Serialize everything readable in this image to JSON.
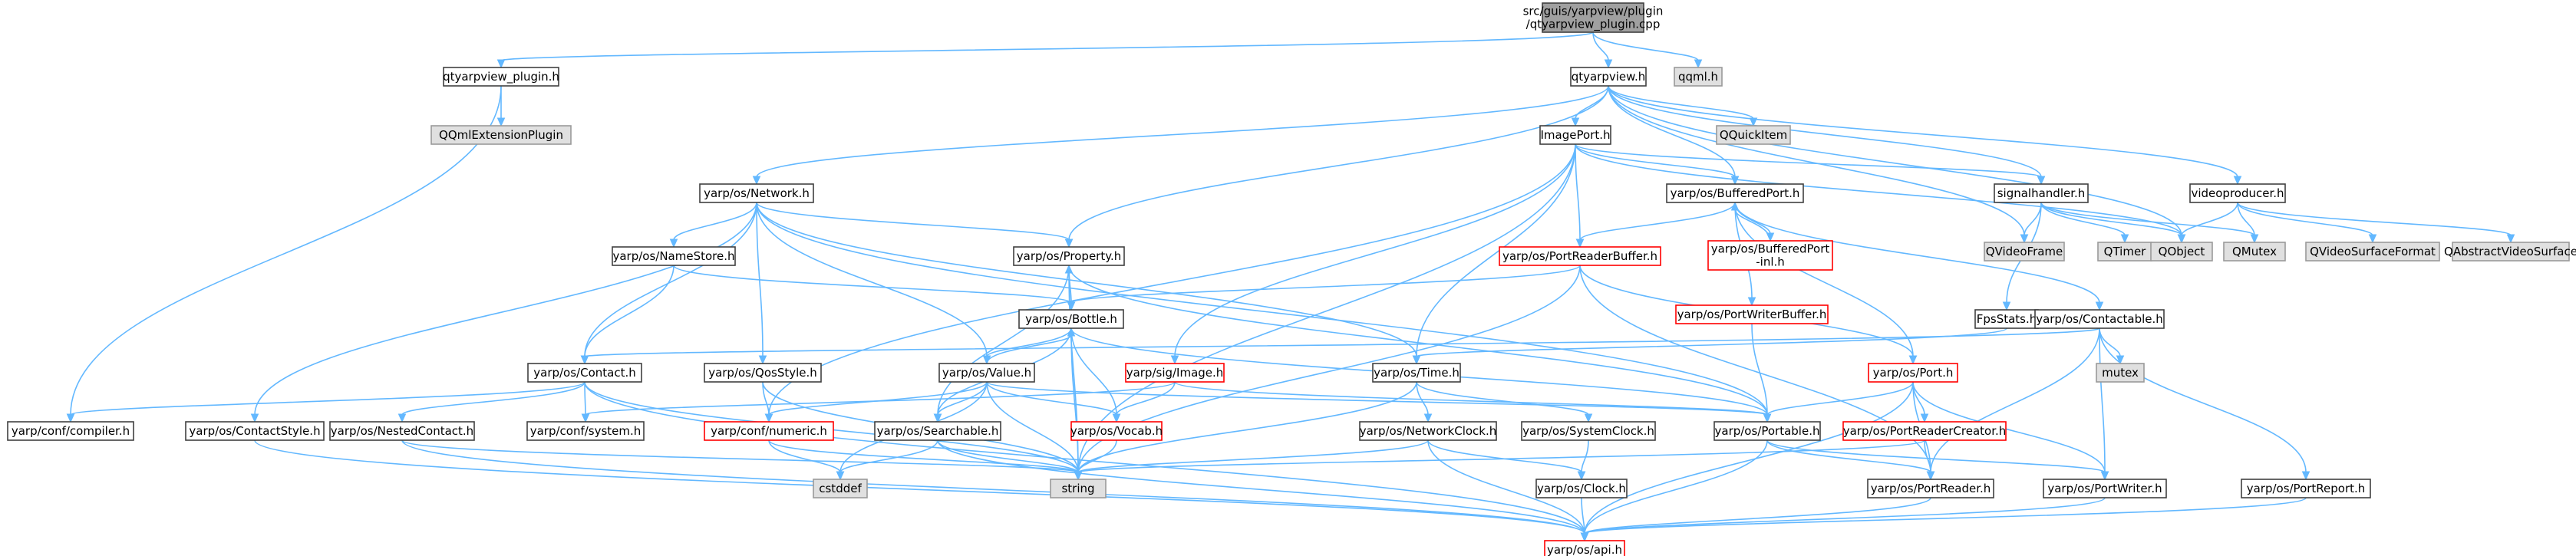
{
  "diagram": {
    "type": "include-dependency-graph",
    "colors": {
      "edge": "#63b8ff",
      "root_fill": "#a0a0a0",
      "root_stroke": "#404040",
      "node_fill": "#ffffff",
      "node_stroke": "#404040",
      "external_fill": "#e0e0e0",
      "external_stroke": "#999999",
      "truncated_stroke": "#ff0000"
    },
    "nodes": [
      {
        "id": "root",
        "kind": "root",
        "lines": [
          "src/guis/yarpview/plugin",
          "/qtyarpview_plugin.cpp"
        ]
      },
      {
        "id": "qtyarpview_plugin_h",
        "kind": "normal",
        "lines": [
          "qtyarpview_plugin.h"
        ]
      },
      {
        "id": "qqml_h",
        "kind": "external",
        "lines": [
          "qqml.h"
        ]
      },
      {
        "id": "QQmlExtensionPlugin",
        "kind": "external",
        "lines": [
          "QQmlExtensionPlugin"
        ]
      },
      {
        "id": "qtyarpview_h",
        "kind": "normal",
        "lines": [
          "qtyarpview.h"
        ]
      },
      {
        "id": "QQuickItem",
        "kind": "external",
        "lines": [
          "QQuickItem"
        ]
      },
      {
        "id": "ImagePort_h",
        "kind": "normal",
        "lines": [
          "ImagePort.h"
        ]
      },
      {
        "id": "videoproducer_h",
        "kind": "normal",
        "lines": [
          "videoproducer.h"
        ]
      },
      {
        "id": "Network_h",
        "kind": "normal",
        "lines": [
          "yarp/os/Network.h"
        ]
      },
      {
        "id": "BufferedPort_h",
        "kind": "normal",
        "lines": [
          "yarp/os/BufferedPort.h"
        ]
      },
      {
        "id": "signalhandler_h",
        "kind": "normal",
        "lines": [
          "signalhandler.h"
        ]
      },
      {
        "id": "BufferedPort_inl",
        "kind": "truncated",
        "lines": [
          "yarp/os/BufferedPort",
          "-inl.h"
        ]
      },
      {
        "id": "QVideoFrame",
        "kind": "external",
        "lines": [
          "QVideoFrame"
        ]
      },
      {
        "id": "QTimer",
        "kind": "external",
        "lines": [
          "QTimer"
        ]
      },
      {
        "id": "QObject",
        "kind": "external",
        "lines": [
          "QObject"
        ]
      },
      {
        "id": "QMutex",
        "kind": "external",
        "lines": [
          "QMutex"
        ]
      },
      {
        "id": "QVideoSurfaceFormat",
        "kind": "external",
        "lines": [
          "QVideoSurfaceFormat"
        ]
      },
      {
        "id": "QAbstractVideoSurface",
        "kind": "external",
        "lines": [
          "QAbstractVideoSurface"
        ]
      },
      {
        "id": "NameStore_h",
        "kind": "normal",
        "lines": [
          "yarp/os/NameStore.h"
        ]
      },
      {
        "id": "Property_h",
        "kind": "normal",
        "lines": [
          "yarp/os/Property.h"
        ]
      },
      {
        "id": "PortReaderBuffer_h",
        "kind": "truncated",
        "lines": [
          "yarp/os/PortReaderBuffer.h"
        ]
      },
      {
        "id": "PortWriterBuffer_h",
        "kind": "truncated",
        "lines": [
          "yarp/os/PortWriterBuffer.h"
        ]
      },
      {
        "id": "FpsStats_h",
        "kind": "normal",
        "lines": [
          "FpsStats.h"
        ]
      },
      {
        "id": "Contactable_h",
        "kind": "normal",
        "lines": [
          "yarp/os/Contactable.h"
        ]
      },
      {
        "id": "Bottle_h",
        "kind": "normal",
        "lines": [
          "yarp/os/Bottle.h"
        ]
      },
      {
        "id": "mutex",
        "kind": "external",
        "lines": [
          "mutex"
        ]
      },
      {
        "id": "Contact_h",
        "kind": "normal",
        "lines": [
          "yarp/os/Contact.h"
        ]
      },
      {
        "id": "QosStyle_h",
        "kind": "normal",
        "lines": [
          "yarp/os/QosStyle.h"
        ]
      },
      {
        "id": "Value_h",
        "kind": "normal",
        "lines": [
          "yarp/os/Value.h"
        ]
      },
      {
        "id": "Image_h",
        "kind": "truncated",
        "lines": [
          "yarp/sig/Image.h"
        ]
      },
      {
        "id": "Time_h",
        "kind": "normal",
        "lines": [
          "yarp/os/Time.h"
        ]
      },
      {
        "id": "Port_h",
        "kind": "truncated",
        "lines": [
          "yarp/os/Port.h"
        ]
      },
      {
        "id": "compiler_h",
        "kind": "normal",
        "lines": [
          "yarp/conf/compiler.h"
        ]
      },
      {
        "id": "ContactStyle_h",
        "kind": "normal",
        "lines": [
          "yarp/os/ContactStyle.h"
        ]
      },
      {
        "id": "NestedContact_h",
        "kind": "normal",
        "lines": [
          "yarp/os/NestedContact.h"
        ]
      },
      {
        "id": "system_h",
        "kind": "normal",
        "lines": [
          "yarp/conf/system.h"
        ]
      },
      {
        "id": "numeric_h",
        "kind": "truncated",
        "lines": [
          "yarp/conf/numeric.h"
        ]
      },
      {
        "id": "Searchable_h",
        "kind": "normal",
        "lines": [
          "yarp/os/Searchable.h"
        ]
      },
      {
        "id": "Vocab_h",
        "kind": "truncated",
        "lines": [
          "yarp/os/Vocab.h"
        ]
      },
      {
        "id": "NetworkClock_h",
        "kind": "normal",
        "lines": [
          "yarp/os/NetworkClock.h"
        ]
      },
      {
        "id": "SystemClock_h",
        "kind": "normal",
        "lines": [
          "yarp/os/SystemClock.h"
        ]
      },
      {
        "id": "Portable_h",
        "kind": "normal",
        "lines": [
          "yarp/os/Portable.h"
        ]
      },
      {
        "id": "PortReaderCreator_h",
        "kind": "truncated",
        "lines": [
          "yarp/os/PortReaderCreator.h"
        ]
      },
      {
        "id": "cstddef",
        "kind": "external",
        "lines": [
          "cstddef"
        ]
      },
      {
        "id": "string",
        "kind": "external",
        "lines": [
          "string"
        ]
      },
      {
        "id": "Clock_h",
        "kind": "normal",
        "lines": [
          "yarp/os/Clock.h"
        ]
      },
      {
        "id": "PortReader_h",
        "kind": "normal",
        "lines": [
          "yarp/os/PortReader.h"
        ]
      },
      {
        "id": "PortWriter_h",
        "kind": "normal",
        "lines": [
          "yarp/os/PortWriter.h"
        ]
      },
      {
        "id": "PortReport_h",
        "kind": "normal",
        "lines": [
          "yarp/os/PortReport.h"
        ]
      },
      {
        "id": "api_h",
        "kind": "truncated",
        "lines": [
          "yarp/os/api.h"
        ]
      }
    ],
    "edges": [
      [
        "root",
        "qtyarpview_plugin_h"
      ],
      [
        "root",
        "qqml_h"
      ],
      [
        "root",
        "qtyarpview_h"
      ],
      [
        "qtyarpview_plugin_h",
        "QQmlExtensionPlugin"
      ],
      [
        "qtyarpview_plugin_h",
        "compiler_h"
      ],
      [
        "qtyarpview_h",
        "QQuickItem"
      ],
      [
        "qtyarpview_h",
        "ImagePort_h"
      ],
      [
        "qtyarpview_h",
        "videoproducer_h"
      ],
      [
        "qtyarpview_h",
        "Network_h"
      ],
      [
        "qtyarpview_h",
        "BufferedPort_h"
      ],
      [
        "qtyarpview_h",
        "signalhandler_h"
      ],
      [
        "qtyarpview_h",
        "Property_h"
      ],
      [
        "qtyarpview_h",
        "QVideoFrame"
      ],
      [
        "qtyarpview_h",
        "QObject"
      ],
      [
        "ImagePort_h",
        "BufferedPort_h"
      ],
      [
        "ImagePort_h",
        "signalhandler_h"
      ],
      [
        "ImagePort_h",
        "PortReaderBuffer_h"
      ],
      [
        "ImagePort_h",
        "Image_h"
      ],
      [
        "ImagePort_h",
        "Time_h"
      ],
      [
        "ImagePort_h",
        "numeric_h"
      ],
      [
        "ImagePort_h",
        "string"
      ],
      [
        "ImagePort_h",
        "QObject"
      ],
      [
        "videoproducer_h",
        "QObject"
      ],
      [
        "videoproducer_h",
        "QMutex"
      ],
      [
        "videoproducer_h",
        "QVideoSurfaceFormat"
      ],
      [
        "videoproducer_h",
        "QAbstractVideoSurface"
      ],
      [
        "signalhandler_h",
        "QVideoFrame"
      ],
      [
        "signalhandler_h",
        "QTimer"
      ],
      [
        "signalhandler_h",
        "QObject"
      ],
      [
        "signalhandler_h",
        "QMutex"
      ],
      [
        "signalhandler_h",
        "FpsStats_h"
      ],
      [
        "FpsStats_h",
        "Time_h"
      ],
      [
        "Network_h",
        "NameStore_h"
      ],
      [
        "Network_h",
        "Property_h"
      ],
      [
        "Network_h",
        "Contact_h"
      ],
      [
        "Network_h",
        "QosStyle_h"
      ],
      [
        "Network_h",
        "Value_h"
      ],
      [
        "Network_h",
        "ContactStyle_h"
      ],
      [
        "Network_h",
        "Time_h"
      ],
      [
        "Network_h",
        "Portable_h"
      ],
      [
        "BufferedPort_h",
        "BufferedPort_inl"
      ],
      [
        "BufferedPort_h",
        "PortReaderBuffer_h"
      ],
      [
        "BufferedPort_h",
        "PortWriterBuffer_h"
      ],
      [
        "BufferedPort_h",
        "Contactable_h"
      ],
      [
        "BufferedPort_h",
        "Port_h"
      ],
      [
        "BufferedPort_inl",
        "BufferedPort_h"
      ],
      [
        "NameStore_h",
        "Contact_h"
      ],
      [
        "NameStore_h",
        "Bottle_h"
      ],
      [
        "Property_h",
        "Bottle_h"
      ],
      [
        "Property_h",
        "Searchable_h"
      ],
      [
        "Property_h",
        "Portable_h"
      ],
      [
        "Property_h",
        "string"
      ],
      [
        "Bottle_h",
        "Property_h"
      ],
      [
        "Bottle_h",
        "Value_h"
      ],
      [
        "Bottle_h",
        "Searchable_h"
      ],
      [
        "Bottle_h",
        "Vocab_h"
      ],
      [
        "Bottle_h",
        "Portable_h"
      ],
      [
        "Bottle_h",
        "string"
      ],
      [
        "PortReaderBuffer_h",
        "Bottle_h"
      ],
      [
        "PortReaderBuffer_h",
        "Port_h"
      ],
      [
        "PortReaderBuffer_h",
        "PortReader_h"
      ],
      [
        "PortReaderBuffer_h",
        "string"
      ],
      [
        "PortWriterBuffer_h",
        "Portable_h"
      ],
      [
        "Contactable_h",
        "Contact_h"
      ],
      [
        "Contactable_h",
        "mutex"
      ],
      [
        "Contactable_h",
        "PortReader_h"
      ],
      [
        "Contactable_h",
        "PortWriter_h"
      ],
      [
        "Contactable_h",
        "PortReport_h"
      ],
      [
        "Contact_h",
        "compiler_h"
      ],
      [
        "Contact_h",
        "NestedContact_h"
      ],
      [
        "Contact_h",
        "system_h"
      ],
      [
        "Contact_h",
        "string"
      ],
      [
        "Contact_h",
        "api_h"
      ],
      [
        "QosStyle_h",
        "numeric_h"
      ],
      [
        "QosStyle_h",
        "string"
      ],
      [
        "Value_h",
        "Bottle_h"
      ],
      [
        "Value_h",
        "Searchable_h"
      ],
      [
        "Value_h",
        "Vocab_h"
      ],
      [
        "Value_h",
        "numeric_h"
      ],
      [
        "Value_h",
        "cstddef"
      ],
      [
        "Value_h",
        "string"
      ],
      [
        "Value_h",
        "Portable_h"
      ],
      [
        "Image_h",
        "system_h"
      ],
      [
        "Image_h",
        "Vocab_h"
      ],
      [
        "Image_h",
        "Portable_h"
      ],
      [
        "Time_h",
        "NetworkClock_h"
      ],
      [
        "Time_h",
        "SystemClock_h"
      ],
      [
        "Time_h",
        "string"
      ],
      [
        "Port_h",
        "Portable_h"
      ],
      [
        "Port_h",
        "PortReaderCreator_h"
      ],
      [
        "Port_h",
        "PortReader_h"
      ],
      [
        "Port_h",
        "PortWriter_h"
      ],
      [
        "Port_h",
        "api_h"
      ],
      [
        "ContactStyle_h",
        "api_h"
      ],
      [
        "NestedContact_h",
        "string"
      ],
      [
        "NestedContact_h",
        "api_h"
      ],
      [
        "numeric_h",
        "cstddef"
      ],
      [
        "numeric_h",
        "string"
      ],
      [
        "Searchable_h",
        "cstddef"
      ],
      [
        "Searchable_h",
        "string"
      ],
      [
        "Searchable_h",
        "api_h"
      ],
      [
        "Vocab_h",
        "string"
      ],
      [
        "NetworkClock_h",
        "Clock_h"
      ],
      [
        "NetworkClock_h",
        "string"
      ],
      [
        "NetworkClock_h",
        "api_h"
      ],
      [
        "SystemClock_h",
        "Clock_h"
      ],
      [
        "Portable_h",
        "PortReader_h"
      ],
      [
        "Portable_h",
        "PortWriter_h"
      ],
      [
        "Portable_h",
        "api_h"
      ],
      [
        "PortReaderCreator_h",
        "PortReader_h"
      ],
      [
        "PortReaderCreator_h",
        "string"
      ],
      [
        "Clock_h",
        "api_h"
      ],
      [
        "PortReader_h",
        "api_h"
      ],
      [
        "PortWriter_h",
        "api_h"
      ],
      [
        "PortReport_h",
        "api_h"
      ]
    ]
  }
}
